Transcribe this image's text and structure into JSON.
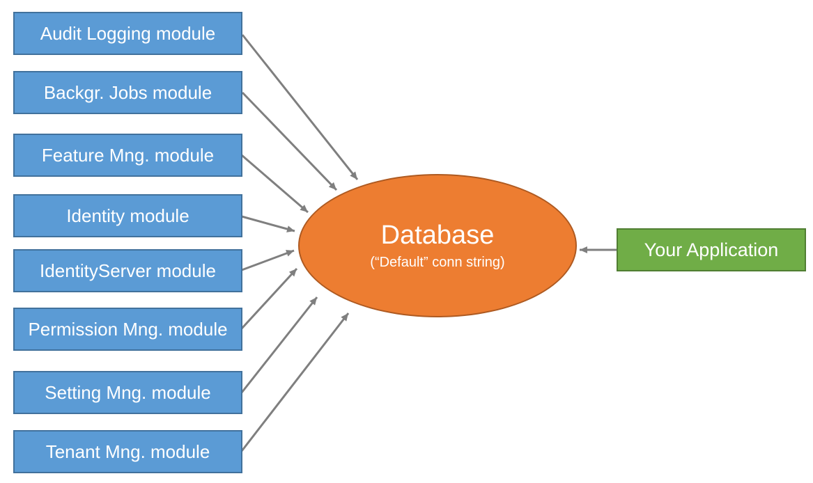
{
  "diagram": {
    "modules": [
      {
        "label": "Audit Logging module"
      },
      {
        "label": "Backgr. Jobs module"
      },
      {
        "label": "Feature Mng. module"
      },
      {
        "label": "Identity module"
      },
      {
        "label": "IdentityServer module"
      },
      {
        "label": "Permission Mng. module"
      },
      {
        "label": "Setting Mng. module"
      },
      {
        "label": "Tenant Mng. module"
      }
    ],
    "database": {
      "title": "Database",
      "subtitle": "(“Default” conn string)"
    },
    "application": {
      "label": "Your Application"
    },
    "colors": {
      "module-fill": "#5B9BD5",
      "module-border": "#41719C",
      "database-fill": "#ED7D31",
      "database-border": "#AE5A21",
      "application-fill": "#70AD47",
      "application-border": "#507E32",
      "arrow": "#7F7F7F",
      "text": "#FFFFFF",
      "background": "#FFFFFF"
    }
  }
}
